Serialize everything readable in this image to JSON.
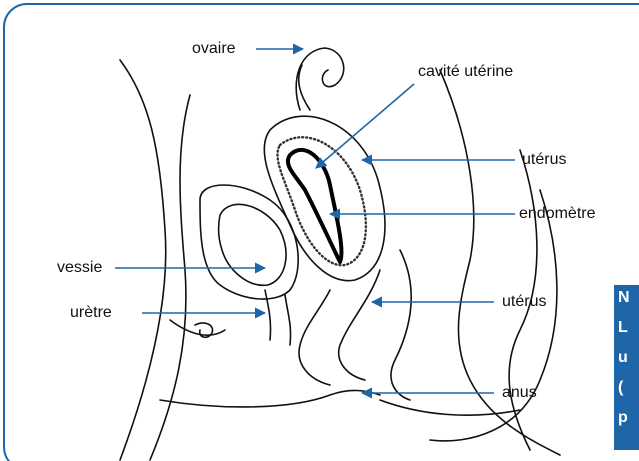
{
  "labels": {
    "ovaire": "ovaire",
    "cavite": "cavité utérine",
    "uterus_top": "utérus",
    "endometre": "endomètre",
    "vessie": "vessie",
    "uretre": "urètre",
    "uterus_low": "utérus",
    "anus": "anus"
  },
  "side_box": {
    "lines": [
      "N",
      "L",
      "u",
      "(",
      "p"
    ]
  },
  "colors": {
    "frame": "#1f66a8",
    "arrow": "#1f66a8",
    "line_art": "#111111",
    "box": "#1f66a8",
    "box_text": "#ffffff"
  }
}
